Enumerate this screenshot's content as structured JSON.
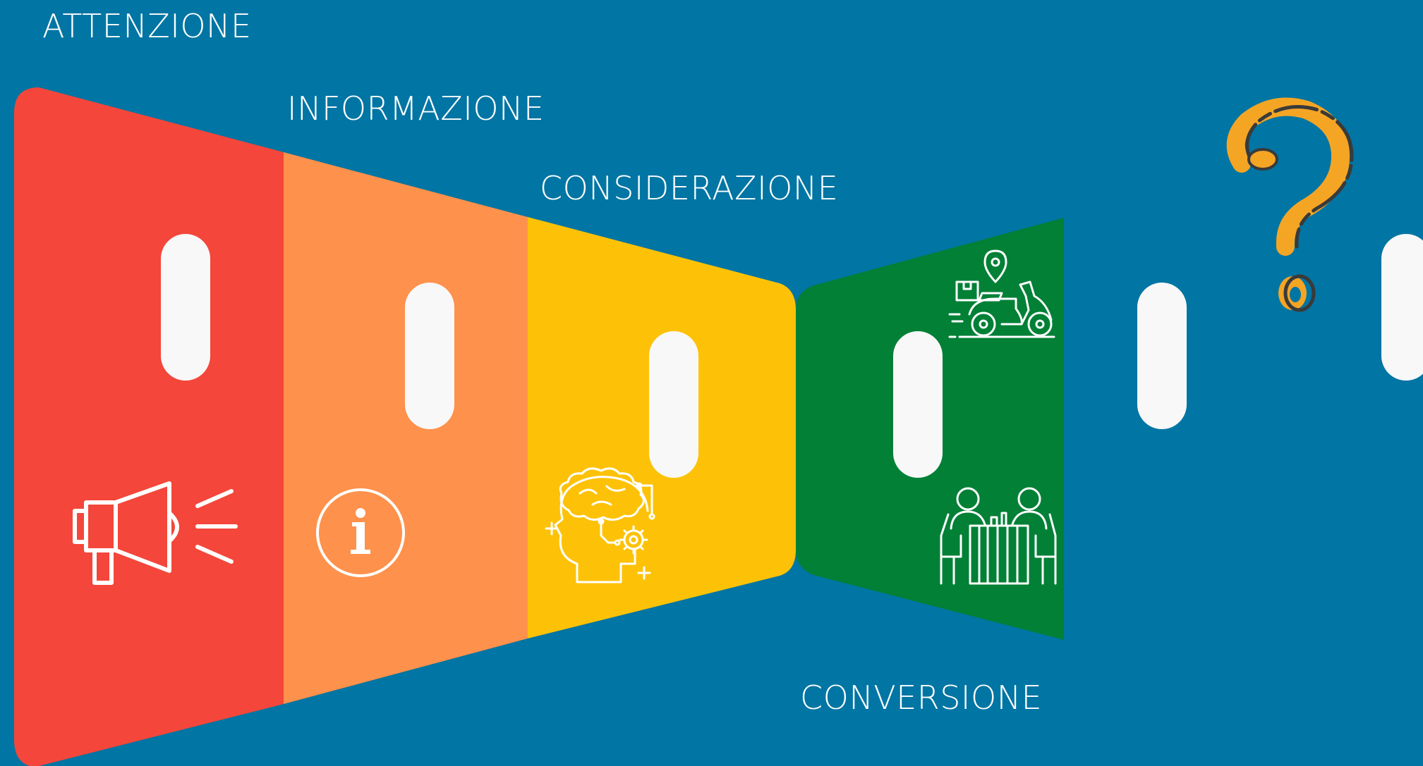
{
  "background_color": "#0175A3",
  "stages": [
    {
      "id": "attenzione",
      "label": "ATTENZIONE",
      "color": "#F4463A",
      "icon": "megaphone-icon"
    },
    {
      "id": "informazione",
      "label": "INFORMAZIONE",
      "color": "#FE914B",
      "icon": "info-circle-icon"
    },
    {
      "id": "considerazione",
      "label": "CONSIDERAZIONE",
      "color": "#FDC208",
      "icon": "brain-head-gear-icon"
    },
    {
      "id": "conversione",
      "label": "CONVERSIONE",
      "color": "#018036",
      "icons": [
        "delivery-scooter-icon",
        "restaurant-table-icon"
      ]
    }
  ],
  "mystery_stage": {
    "icon": "question-mark-icon",
    "accent": "#F5A524",
    "outline": "#3A3A3A"
  },
  "slot_color": "#F8F8F8"
}
